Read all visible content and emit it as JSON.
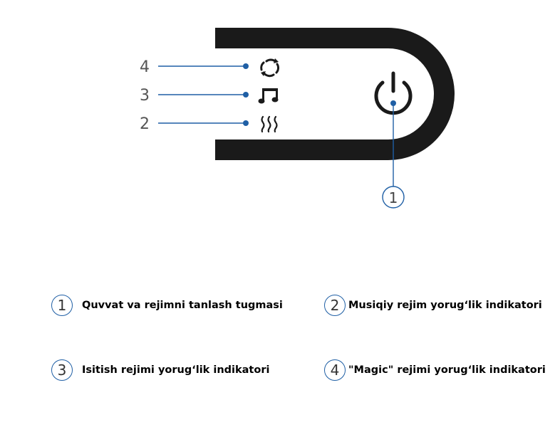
{
  "diagram": {
    "callout_numbers": [
      "4",
      "3",
      "2"
    ],
    "power_callout": "1",
    "icons": [
      "magic-cycle-icon",
      "music-note-icon",
      "heat-waves-icon",
      "power-icon"
    ],
    "colors": {
      "panel": "#1a1a1a",
      "callout_line": "#1f5fa5",
      "callout_dot": "#1f5fa5",
      "label_text": "#555555"
    }
  },
  "legend": [
    {
      "number": "1",
      "label": "Quvvat va rejimni tanlash tugmasi"
    },
    {
      "number": "2",
      "label": "Musiqiy rejim yorug‘lik indikatori"
    },
    {
      "number": "3",
      "label": "Isitish rejimi yorug‘lik indikatori"
    },
    {
      "number": "4",
      "label": "\"Magic\" rejimi yorug‘lik indikatori"
    }
  ]
}
